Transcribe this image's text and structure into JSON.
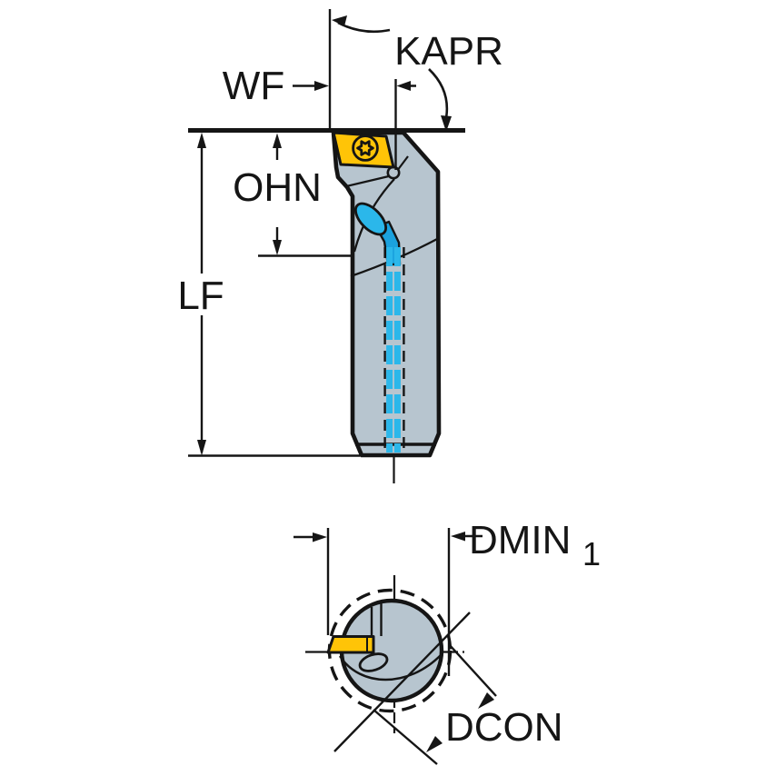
{
  "labels": {
    "wf": "WF",
    "kapr": "KAPR",
    "ohn": "OHN",
    "lf": "LF",
    "dmin": "DMIN",
    "dmin_subscript": "1",
    "dcon": "DCON"
  },
  "colors": {
    "background": "#FFFFFF",
    "line": "#151515",
    "body_gray": "#B7C5CF",
    "insert_yellow": "#FFC407",
    "coolant_cyan": "#2BB7EA",
    "coolant_cyan_dark": "#1BA2DE"
  }
}
